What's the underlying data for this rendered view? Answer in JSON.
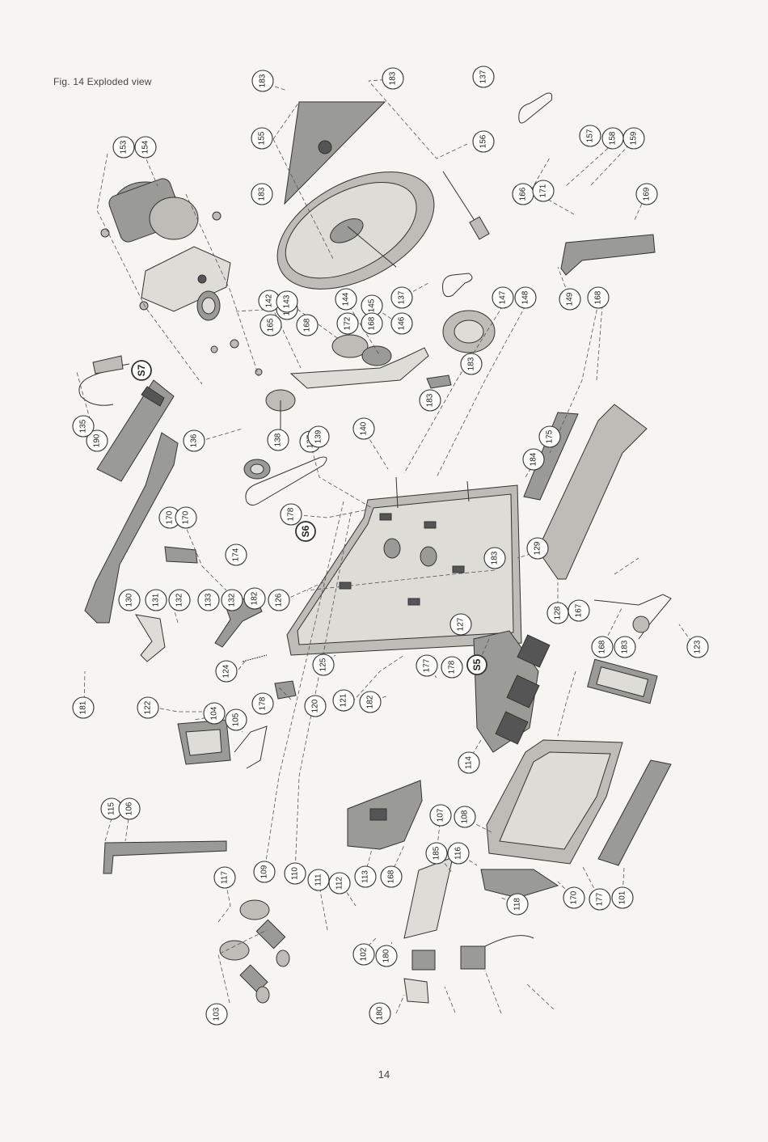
{
  "figure": {
    "title": "Fig. 14  Exploded view",
    "page_number": "14"
  },
  "callouts": [
    {
      "label": "183"
    },
    {
      "label": "183"
    },
    {
      "label": "137"
    },
    {
      "label": "155"
    },
    {
      "label": "156"
    },
    {
      "label": "183"
    },
    {
      "label": "153"
    },
    {
      "label": "154"
    },
    {
      "label": "157"
    },
    {
      "label": "158"
    },
    {
      "label": "159"
    },
    {
      "label": "166"
    },
    {
      "label": "171"
    },
    {
      "label": "169"
    },
    {
      "label": "141"
    },
    {
      "label": "142"
    },
    {
      "label": "143"
    },
    {
      "label": "144"
    },
    {
      "label": "145"
    },
    {
      "label": "137"
    },
    {
      "label": "146"
    },
    {
      "label": "147"
    },
    {
      "label": "148"
    },
    {
      "label": "149"
    },
    {
      "label": "168"
    },
    {
      "label": "165"
    },
    {
      "label": "168"
    },
    {
      "label": "172"
    },
    {
      "label": "168"
    },
    {
      "label": "183"
    },
    {
      "label": "S7",
      "bold": true
    },
    {
      "label": "183"
    },
    {
      "label": "190"
    },
    {
      "label": "135"
    },
    {
      "label": "136"
    },
    {
      "label": "138"
    },
    {
      "label": "137"
    },
    {
      "label": "139"
    },
    {
      "label": "140"
    },
    {
      "label": "175"
    },
    {
      "label": "184"
    },
    {
      "label": "178"
    },
    {
      "label": "170"
    },
    {
      "label": "170"
    },
    {
      "label": "S6",
      "bold": true
    },
    {
      "label": "174"
    },
    {
      "label": "183"
    },
    {
      "label": "129"
    },
    {
      "label": "130"
    },
    {
      "label": "131"
    },
    {
      "label": "132"
    },
    {
      "label": "133"
    },
    {
      "label": "132"
    },
    {
      "label": "182"
    },
    {
      "label": "126"
    },
    {
      "label": "127"
    },
    {
      "label": "128"
    },
    {
      "label": "167"
    },
    {
      "label": "168"
    },
    {
      "label": "183"
    },
    {
      "label": "123"
    },
    {
      "label": "124"
    },
    {
      "label": "125"
    },
    {
      "label": "177"
    },
    {
      "label": "178"
    },
    {
      "label": "S5",
      "bold": true
    },
    {
      "label": "181"
    },
    {
      "label": "122"
    },
    {
      "label": "178"
    },
    {
      "label": "120"
    },
    {
      "label": "121"
    },
    {
      "label": "182"
    },
    {
      "label": "104"
    },
    {
      "label": "105"
    },
    {
      "label": "114"
    },
    {
      "label": "115"
    },
    {
      "label": "106"
    },
    {
      "label": "107"
    },
    {
      "label": "108"
    },
    {
      "label": "109"
    },
    {
      "label": "110"
    },
    {
      "label": "111"
    },
    {
      "label": "112"
    },
    {
      "label": "113"
    },
    {
      "label": "168"
    },
    {
      "label": "185"
    },
    {
      "label": "116"
    },
    {
      "label": "117"
    },
    {
      "label": "118"
    },
    {
      "label": "170"
    },
    {
      "label": "177"
    },
    {
      "label": "101"
    },
    {
      "label": "102"
    },
    {
      "label": "180"
    },
    {
      "label": "103"
    },
    {
      "label": "180"
    }
  ]
}
